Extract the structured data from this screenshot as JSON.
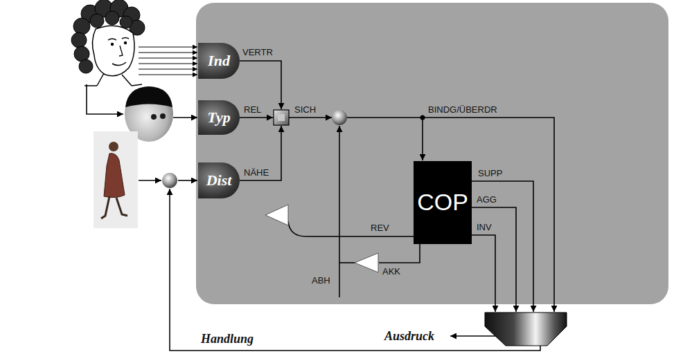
{
  "diagram": {
    "nodes": [
      {
        "text": [
          "Ind"
        ]
      },
      {
        "text": [
          "Typ"
        ]
      },
      {
        "text": [
          "Dist"
        ]
      },
      {
        "text": [
          "COP"
        ]
      }
    ],
    "labels": [
      "VERTR",
      "REL",
      "SICH",
      "NÄHE",
      "BINDG/ÜBERDR",
      "SUPP",
      "AGG",
      "INV",
      "REV",
      "AKK",
      "ABH",
      "Ausdruck",
      "Handlung"
    ]
  }
}
